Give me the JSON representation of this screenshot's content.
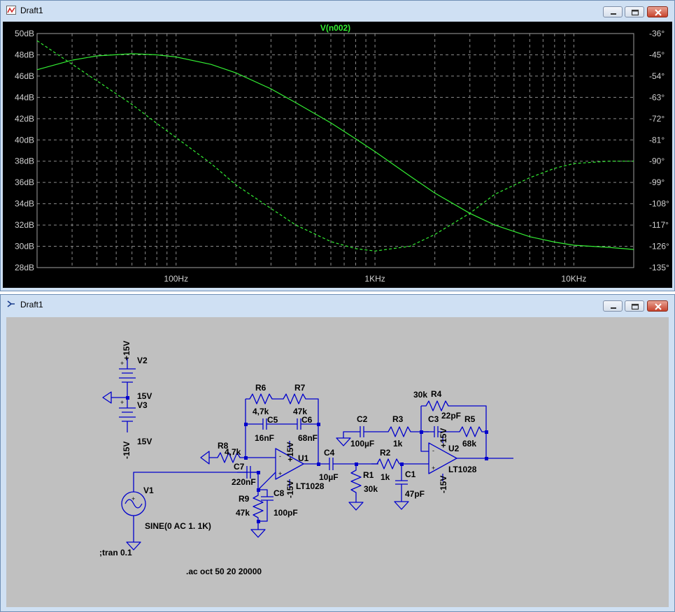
{
  "plot_window": {
    "title": "Draft1",
    "trace_label": "V(n002)",
    "colors": {
      "background": "#000000",
      "trace": "#33ee33",
      "grid": "#8a8a8a",
      "axis_text": "#d0d0d0"
    }
  },
  "schematic_window": {
    "title": "Draft1",
    "colors": {
      "background": "#c0c0c0",
      "wire": "#0000cc",
      "text": "#000000"
    },
    "labels": {
      "v2": "V2",
      "v2_top": "+15V",
      "v2_val": "15V",
      "v3": "V3",
      "v3_bottom": "-15V",
      "v3_val": "15V",
      "v1": "V1",
      "v1_val": "SINE(0 AC 1. 1K)",
      "tran": ";tran 0.1",
      "ac": ".ac oct 50 20 20000",
      "r6": "R6",
      "r6_val": "4,7k",
      "r7": "R7",
      "r7_val": "47k",
      "c5": "C5",
      "c5_val": "16nF",
      "c6": "C6",
      "c6_val": "68nF",
      "r8": "R8",
      "r8_val": "4,7k",
      "c7": "C7",
      "c7_val": "220nF",
      "r9": "R9",
      "r9_val": "47k",
      "c8": "C8",
      "c8_val": "100pF",
      "u1": "U1",
      "u1_model": "LT1028",
      "u1_vp": "+15V",
      "u1_vn": "-15V",
      "c4": "C4",
      "c4_val": "10µF",
      "r1": "R1",
      "r1_val": "30k",
      "c2": "C2",
      "c2_val": "100µF",
      "r3": "R3",
      "r3_val": "1k",
      "r2": "R2",
      "r2_val": "1k",
      "c1": "C1",
      "c1_val": "47pF",
      "r4": "R4",
      "r4_val": "30k",
      "c3": "C3",
      "c3_val": "22pF",
      "r5": "R5",
      "r5_val": "68k",
      "u2": "U2",
      "u2_model": "LT1028",
      "u2_vp": "+15V",
      "u2_vn": "-15V"
    }
  },
  "chart_data": {
    "type": "line",
    "title": "V(n002)",
    "xscale": "log",
    "xlim": [
      20,
      20000
    ],
    "x_ticks": [
      {
        "v": 100,
        "label": "100Hz"
      },
      {
        "v": 1000,
        "label": "1KHz"
      },
      {
        "v": 10000,
        "label": "10KHz"
      }
    ],
    "y_left": {
      "lim": [
        28,
        50
      ],
      "ticks": [
        "28dB",
        "30dB",
        "32dB",
        "34dB",
        "36dB",
        "38dB",
        "40dB",
        "42dB",
        "44dB",
        "46dB",
        "48dB",
        "50dB"
      ]
    },
    "y_right": {
      "lim": [
        -135,
        -36
      ],
      "ticks": [
        "-135°",
        "-126°",
        "-117°",
        "-108°",
        "-99°",
        "-90°",
        "-81°",
        "-72°",
        "-63°",
        "-54°",
        "-45°",
        "-36°"
      ]
    },
    "grid": true,
    "series": [
      {
        "axis": "left",
        "style": "solid",
        "x": [
          20,
          30,
          40,
          60,
          80,
          100,
          150,
          200,
          300,
          400,
          600,
          800,
          1000,
          1500,
          2000,
          3000,
          4000,
          6000,
          8000,
          10000,
          15000,
          20000
        ],
        "y": [
          46.6,
          47.5,
          47.9,
          48.1,
          48.0,
          47.8,
          47.1,
          46.3,
          44.8,
          43.5,
          41.6,
          40.1,
          38.9,
          36.6,
          35.0,
          33.1,
          32.0,
          30.9,
          30.4,
          30.1,
          29.9,
          29.7
        ]
      },
      {
        "axis": "right",
        "style": "dashed",
        "x": [
          20,
          30,
          40,
          60,
          80,
          100,
          150,
          200,
          300,
          400,
          600,
          800,
          1000,
          1500,
          2000,
          3000,
          4000,
          6000,
          8000,
          10000,
          15000,
          20000
        ],
        "y": [
          -39,
          -49,
          -56,
          -66,
          -74,
          -80,
          -91,
          -100,
          -110,
          -117,
          -124,
          -127,
          -128,
          -126,
          -121,
          -112,
          -104,
          -97,
          -93,
          -91,
          -90,
          -90
        ]
      }
    ]
  }
}
